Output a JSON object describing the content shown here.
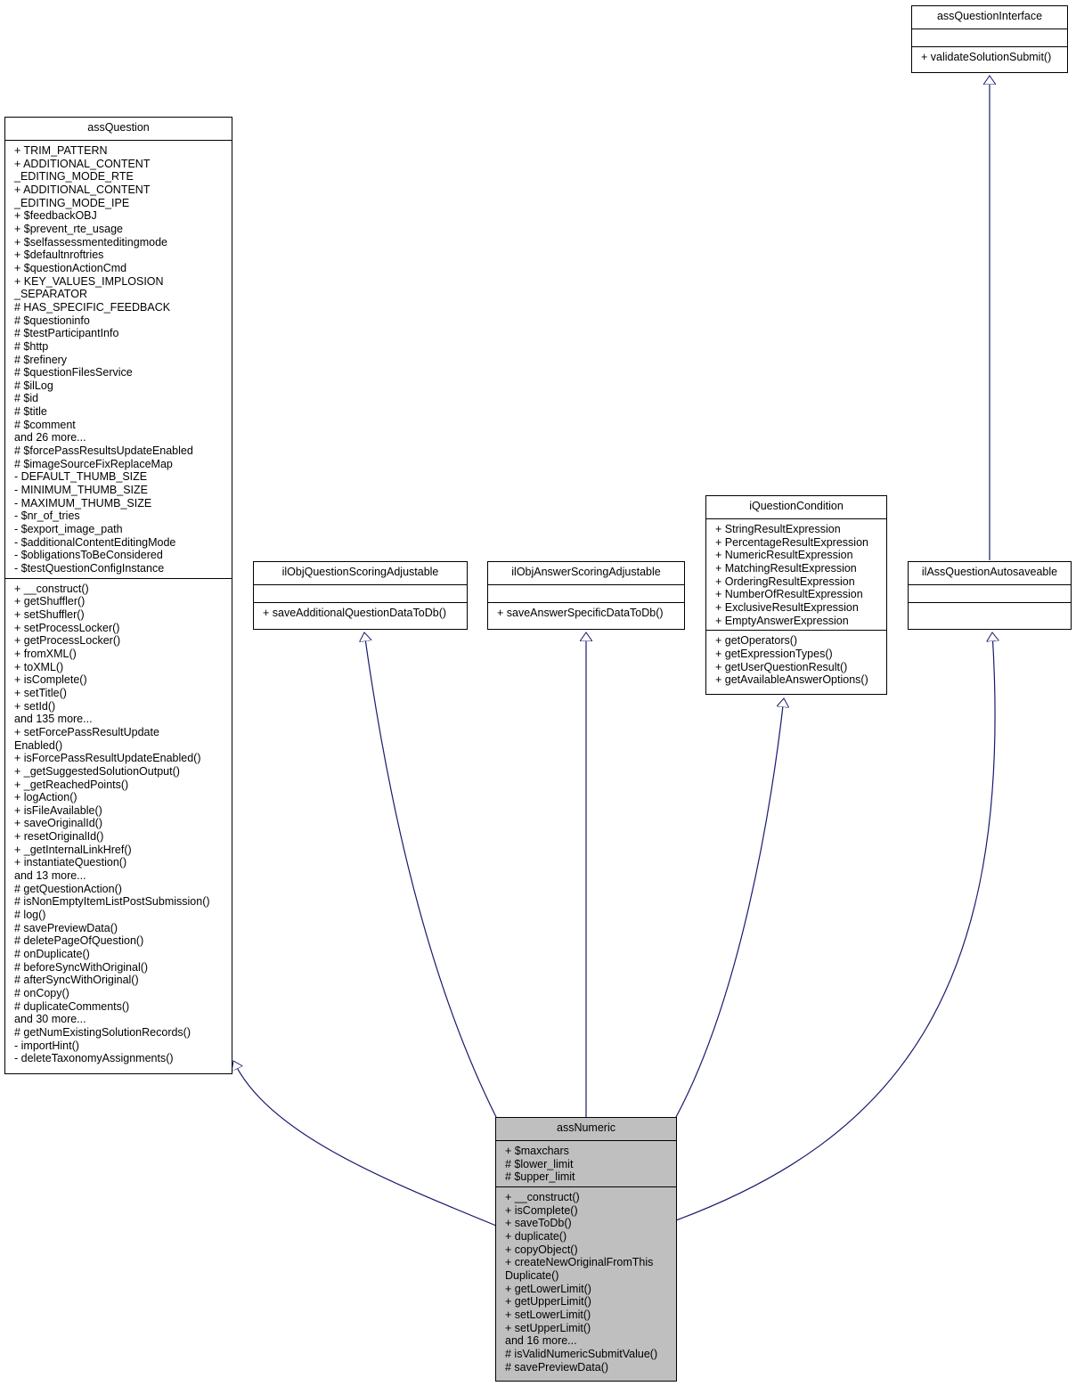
{
  "classes": {
    "assQuestionInterface": {
      "name": "assQuestionInterface",
      "attributes": [],
      "methods": [
        "+ validateSolutionSubmit()"
      ]
    },
    "assQuestion": {
      "name": "assQuestion",
      "attributes": [
        "+ TRIM_PATTERN",
        "+ ADDITIONAL_CONTENT",
        "_EDITING_MODE_RTE",
        "+ ADDITIONAL_CONTENT",
        "_EDITING_MODE_IPE",
        "+ $feedbackOBJ",
        "+ $prevent_rte_usage",
        "+ $selfassessmenteditingmode",
        "+ $defaultnroftries",
        "+ $questionActionCmd",
        "+ KEY_VALUES_IMPLOSION",
        "_SEPARATOR",
        "# HAS_SPECIFIC_FEEDBACK",
        "# $questioninfo",
        "# $testParticipantInfo",
        "# $http",
        "# $refinery",
        "# $questionFilesService",
        "# $ilLog",
        "# $id",
        "# $title",
        "# $comment",
        "and 26 more...",
        "# $forcePassResultsUpdateEnabled",
        "# $imageSourceFixReplaceMap",
        "- DEFAULT_THUMB_SIZE",
        "- MINIMUM_THUMB_SIZE",
        "- MAXIMUM_THUMB_SIZE",
        "- $nr_of_tries",
        "- $export_image_path",
        "- $additionalContentEditingMode",
        "- $obligationsToBeConsidered",
        "- $testQuestionConfigInstance"
      ],
      "methods": [
        "+ __construct()",
        "+ getShuffler()",
        "+ setShuffler()",
        "+ setProcessLocker()",
        "+ getProcessLocker()",
        "+ fromXML()",
        "+ toXML()",
        "+ isComplete()",
        "+ setTitle()",
        "+ setId()",
        "and 135 more...",
        "+ setForcePassResultUpdate",
        "Enabled()",
        "+ isForcePassResultUpdateEnabled()",
        "+ _getSuggestedSolutionOutput()",
        "+ _getReachedPoints()",
        "+ logAction()",
        "+ isFileAvailable()",
        "+ saveOriginalId()",
        "+ resetOriginalId()",
        "+ _getInternalLinkHref()",
        "+ instantiateQuestion()",
        "and 13 more...",
        "# getQuestionAction()",
        "# isNonEmptyItemListPostSubmission()",
        "# log()",
        "# savePreviewData()",
        "# deletePageOfQuestion()",
        "# onDuplicate()",
        "# beforeSyncWithOriginal()",
        "# afterSyncWithOriginal()",
        "# onCopy()",
        "# duplicateComments()",
        "and 30 more...",
        "# getNumExistingSolutionRecords()",
        "- importHint()",
        "- deleteTaxonomyAssignments()"
      ]
    },
    "ilObjQuestionScoringAdjustable": {
      "name": "ilObjQuestionScoringAdjustable",
      "attributes": [],
      "methods": [
        "+ saveAdditionalQuestionDataToDb()"
      ]
    },
    "ilObjAnswerScoringAdjustable": {
      "name": "ilObjAnswerScoringAdjustable",
      "attributes": [],
      "methods": [
        "+ saveAnswerSpecificDataToDb()"
      ]
    },
    "iQuestionCondition": {
      "name": "iQuestionCondition",
      "attributes": [
        "+ StringResultExpression",
        "+ PercentageResultExpression",
        "+ NumericResultExpression",
        "+ MatchingResultExpression",
        "+ OrderingResultExpression",
        "+ NumberOfResultExpression",
        "+ ExclusiveResultExpression",
        "+ EmptyAnswerExpression"
      ],
      "methods": [
        "+ getOperators()",
        "+ getExpressionTypes()",
        "+ getUserQuestionResult()",
        "+ getAvailableAnswerOptions()"
      ]
    },
    "ilAssQuestionAutosaveable": {
      "name": "ilAssQuestionAutosaveable",
      "attributes": [],
      "methods": []
    },
    "assNumeric": {
      "name": "assNumeric",
      "attributes": [
        "+ $maxchars",
        "# $lower_limit",
        "# $upper_limit"
      ],
      "methods": [
        "+ __construct()",
        "+ isComplete()",
        "+ saveToDb()",
        "+ duplicate()",
        "+ copyObject()",
        "+ createNewOriginalFromThis",
        "Duplicate()",
        "+ getLowerLimit()",
        "+ getUpperLimit()",
        "+ setLowerLimit()",
        "+ setUpperLimit()",
        "and 16 more...",
        "# isValidNumericSubmitValue()",
        "# savePreviewData()"
      ]
    }
  },
  "colors": {
    "edge": "#191970",
    "highlight": "#bfbfbf",
    "border": "#000000"
  }
}
